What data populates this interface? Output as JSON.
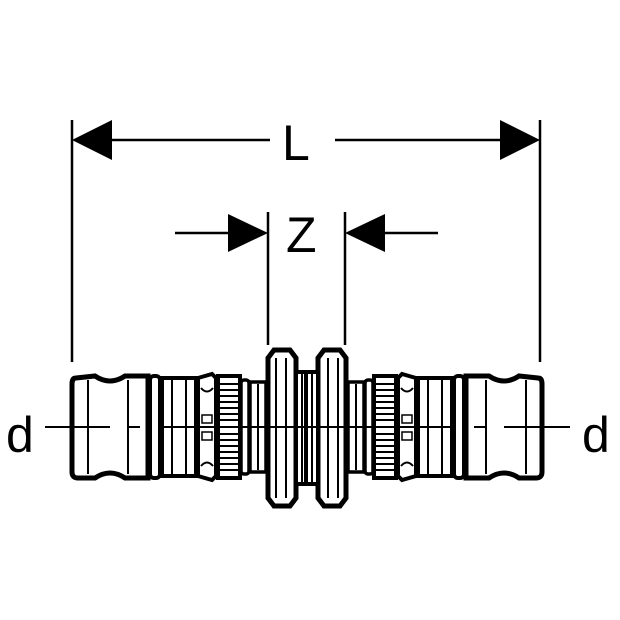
{
  "labels": {
    "overall_length": "L",
    "insertion_gap": "Z",
    "diameter_left": "d",
    "diameter_right": "d"
  },
  "colors": {
    "line": "#000000",
    "background": "#ffffff"
  }
}
